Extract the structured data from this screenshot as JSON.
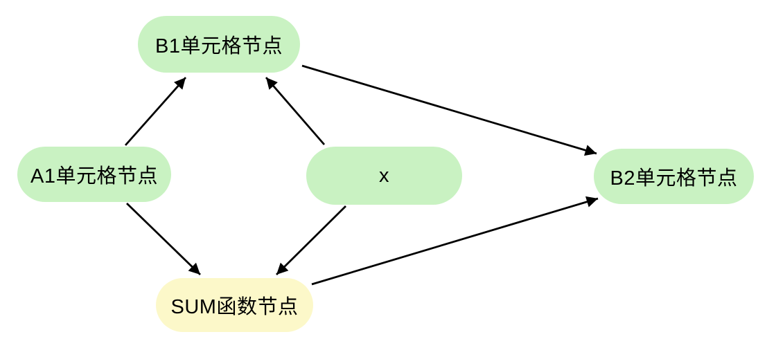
{
  "diagram": {
    "title": "spreadsheet-dependency-graph",
    "background_color": "#ffffff",
    "edge_color": "#000000",
    "node_fill_green": "#c9f2c2",
    "node_fill_yellow": "#fcf8c9",
    "nodes": [
      {
        "id": "b1",
        "label": "B1单元格节点",
        "fill": "#c9f2c2",
        "shape": "stadium"
      },
      {
        "id": "a1",
        "label": "A1单元格节点",
        "fill": "#c9f2c2",
        "shape": "stadium"
      },
      {
        "id": "x",
        "label": "x",
        "fill": "#c9f2c2",
        "shape": "stadium"
      },
      {
        "id": "b2",
        "label": "B2单元格节点",
        "fill": "#c9f2c2",
        "shape": "stadium"
      },
      {
        "id": "sum",
        "label": "SUM函数节点",
        "fill": "#fcf8c9",
        "shape": "stadium"
      }
    ],
    "edges": [
      {
        "from": "a1",
        "to": "b1"
      },
      {
        "from": "x",
        "to": "b1"
      },
      {
        "from": "a1",
        "to": "sum"
      },
      {
        "from": "x",
        "to": "sum"
      },
      {
        "from": "b1",
        "to": "b2"
      },
      {
        "from": "sum",
        "to": "b2"
      }
    ]
  }
}
